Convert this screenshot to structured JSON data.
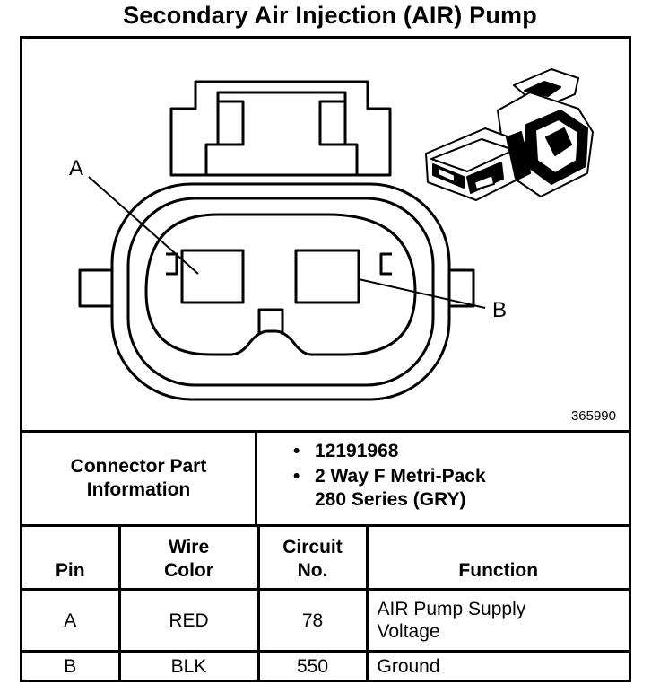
{
  "title": "Secondary Air Injection (AIR) Pump",
  "diagram": {
    "label_a": "A",
    "label_b": "B",
    "figure_id": "365990"
  },
  "connector_info": {
    "label": "Connector Part\nInformation",
    "items": [
      "12191968",
      "2 Way F Metri-Pack\n280 Series (GRY)"
    ]
  },
  "table": {
    "headers": {
      "pin": "Pin",
      "wire_color": "Wire\nColor",
      "circuit": "Circuit\nNo.",
      "function": "Function"
    },
    "rows": [
      {
        "pin": "A",
        "wire_color": "RED",
        "circuit": "78",
        "function": "AIR Pump Supply\nVoltage"
      },
      {
        "pin": "B",
        "wire_color": "BLK",
        "circuit": "550",
        "function": "Ground"
      }
    ]
  }
}
